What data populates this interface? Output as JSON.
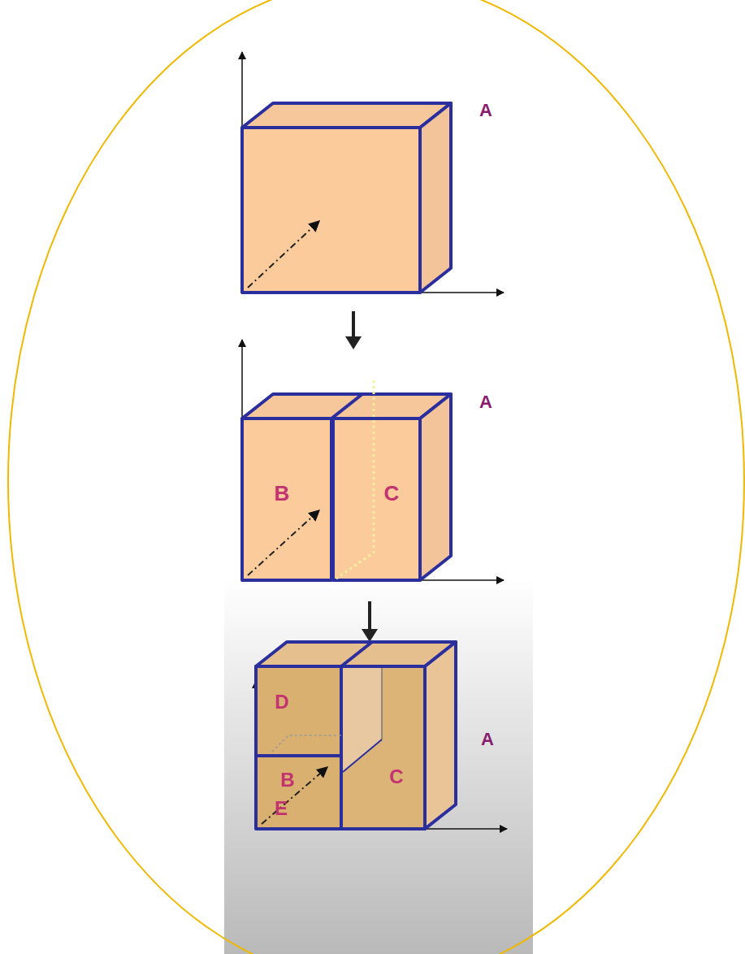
{
  "diagram": {
    "labels": [
      "A",
      "B",
      "C",
      "A",
      "A",
      "D",
      "B",
      "C",
      "E"
    ]
  }
}
